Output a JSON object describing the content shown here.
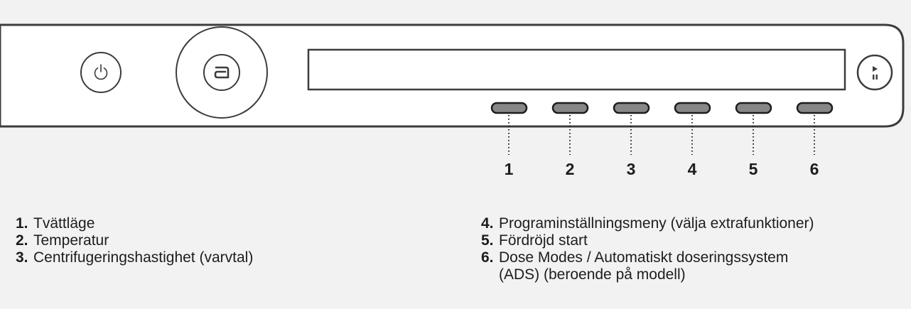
{
  "panel": {
    "power_icon": "power-icon",
    "brand_icon": "brand-a-icon",
    "start_pause_icon": "play-pause-icon"
  },
  "callouts": [
    "1",
    "2",
    "3",
    "4",
    "5",
    "6"
  ],
  "legend": [
    {
      "number": "1.",
      "text": "Tvättläge"
    },
    {
      "number": "2.",
      "text": "Temperatur"
    },
    {
      "number": "3.",
      "text": "Centrifugeringshastighet (varvtal)"
    },
    {
      "number": "4.",
      "text": "Programinställningsmeny (välja extrafunktioner)"
    },
    {
      "number": "5.",
      "text": "Fördröjd start"
    },
    {
      "number": "6.",
      "text": "Dose Modes / Automatiskt doseringssystem",
      "text2": "(ADS) (beroende på modell)"
    }
  ]
}
